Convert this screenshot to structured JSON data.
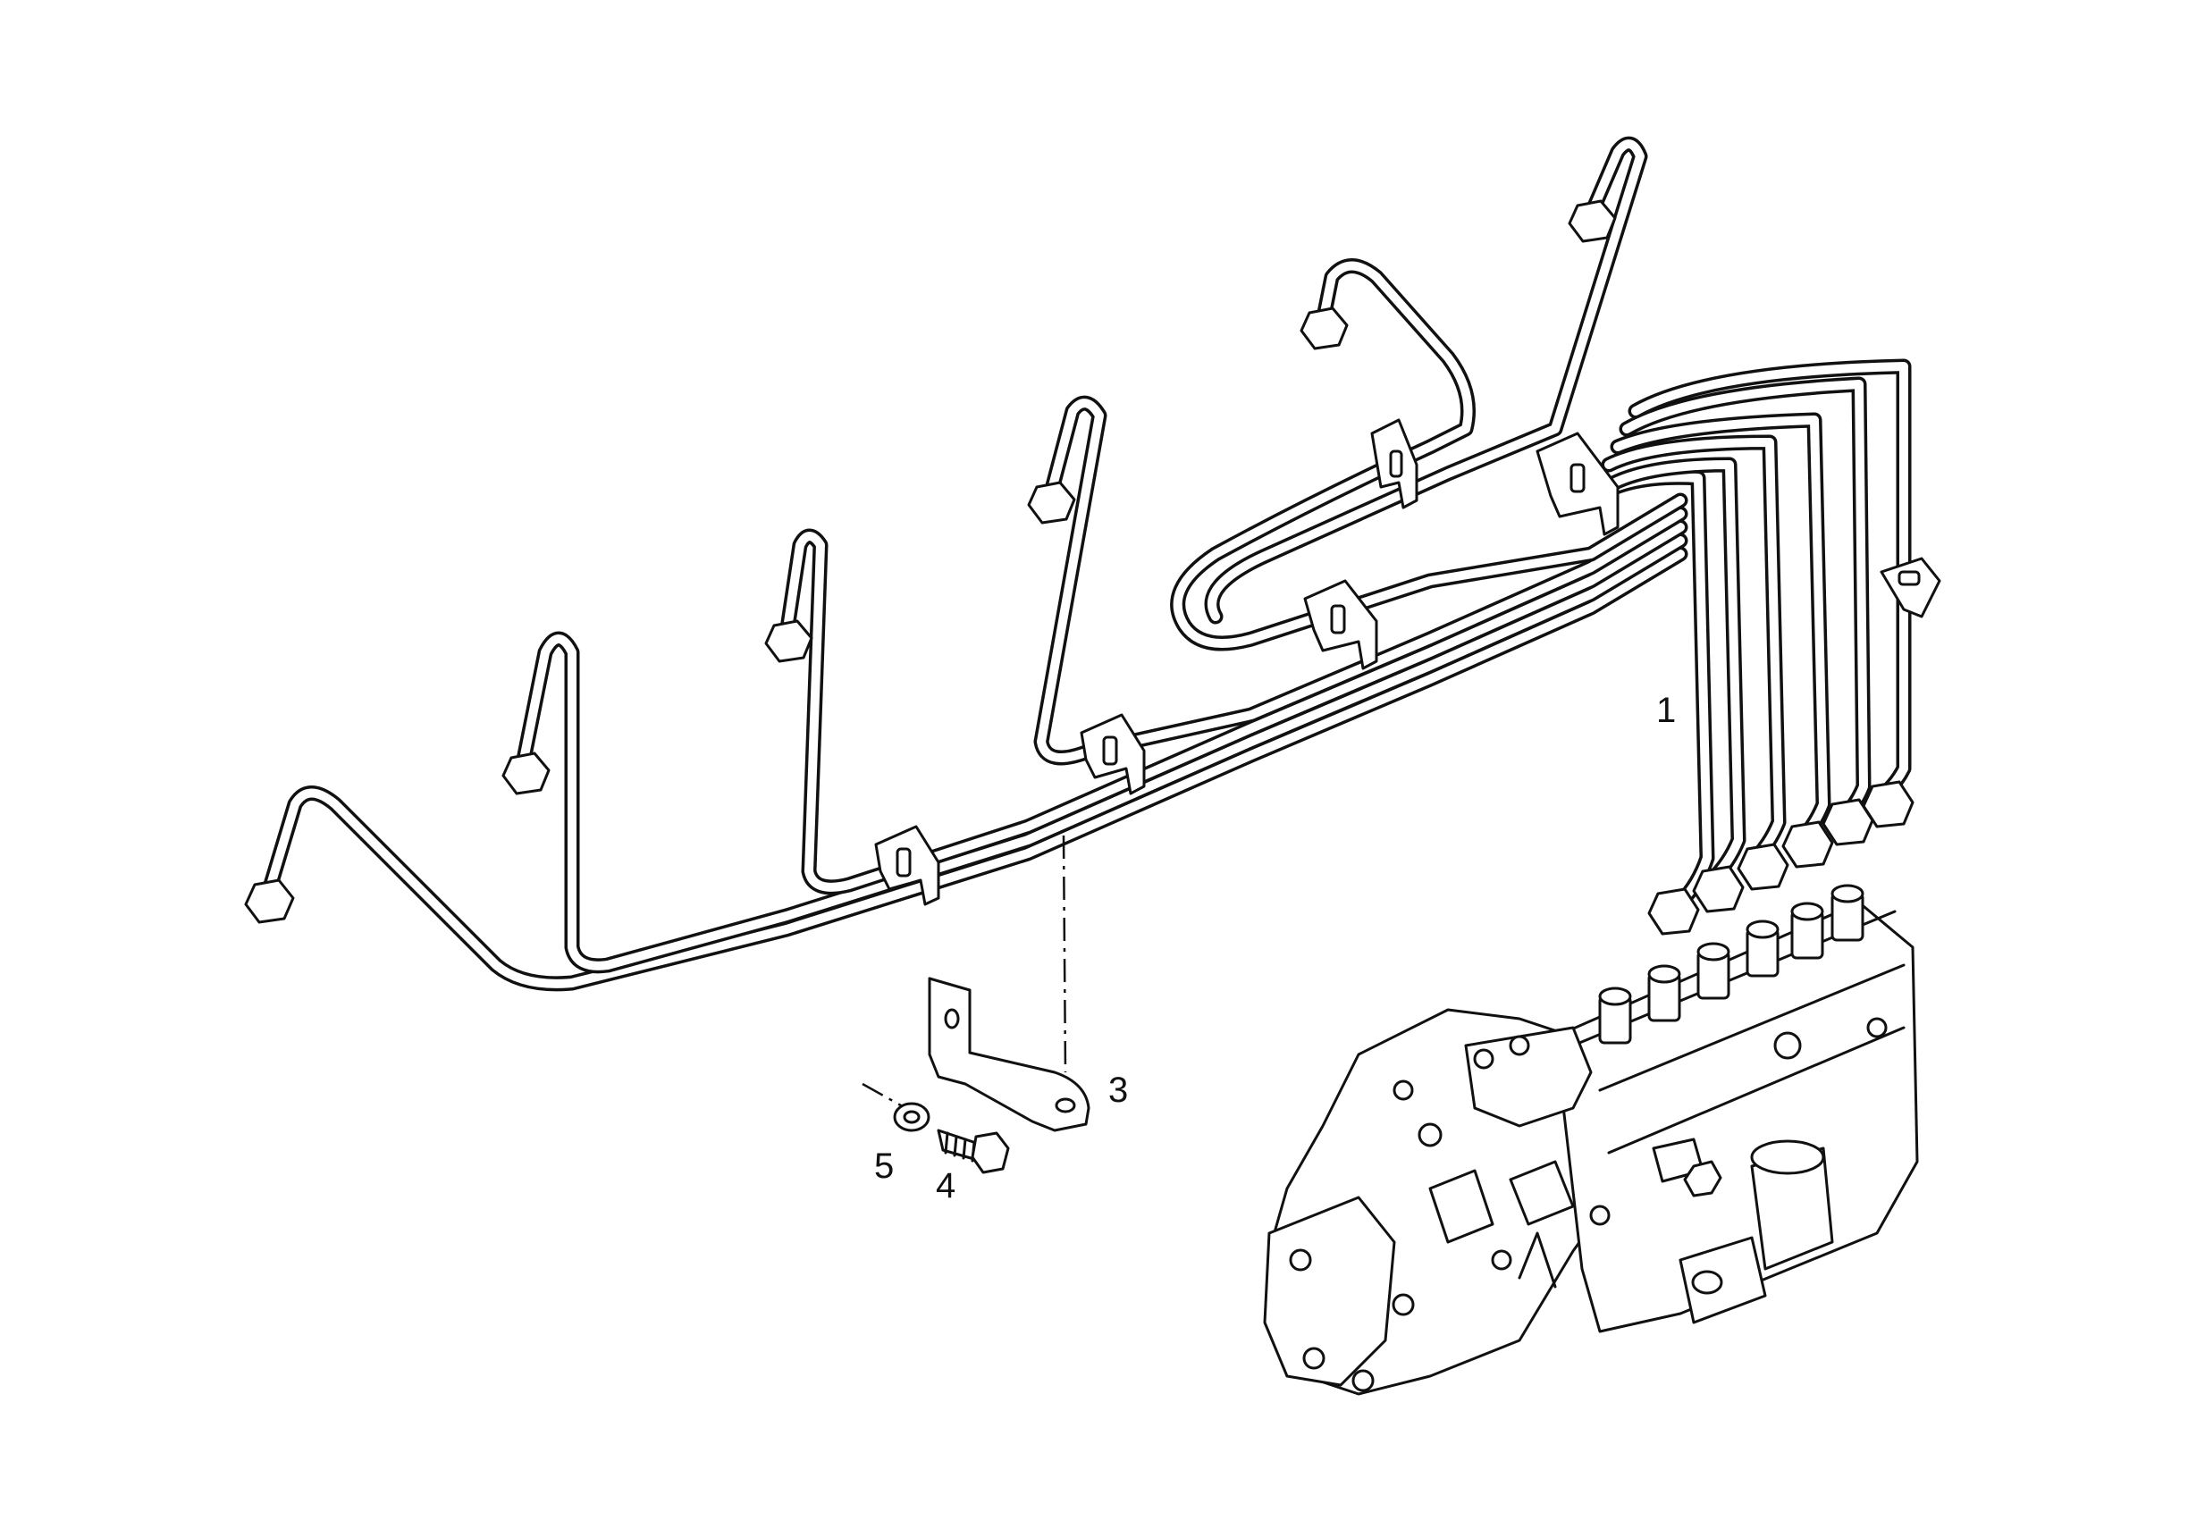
{
  "callouts": {
    "pipe_set": "1",
    "bracket": "3",
    "screw": "4",
    "washer": "5"
  },
  "colors": {
    "ink": "#111111",
    "paper": "#ffffff"
  }
}
